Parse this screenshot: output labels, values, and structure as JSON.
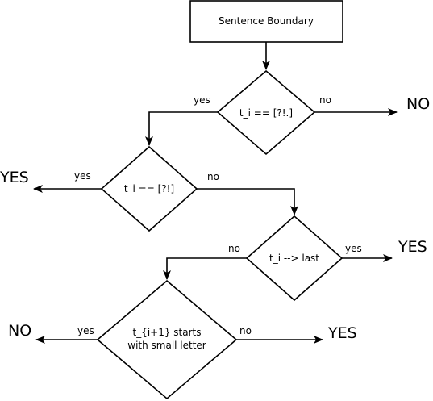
{
  "nodes": {
    "start": "Sentence Boundary",
    "d1": "t_i == [?!.]",
    "d2": "t_i == [?!]",
    "d3": "t_i --> last",
    "d4_line1": "t_{i+1} starts",
    "d4_line2": "with small letter"
  },
  "edges": {
    "d1_yes": "yes",
    "d1_no": "no",
    "d2_yes": "yes",
    "d2_no": "no",
    "d3_no": "no",
    "d3_yes": "yes",
    "d4_yes": "yes",
    "d4_no": "no"
  },
  "terminals": {
    "d1_no": "NO",
    "d2_yes": "YES",
    "d3_yes": "YES",
    "d4_yes": "NO",
    "d4_no": "YES"
  }
}
